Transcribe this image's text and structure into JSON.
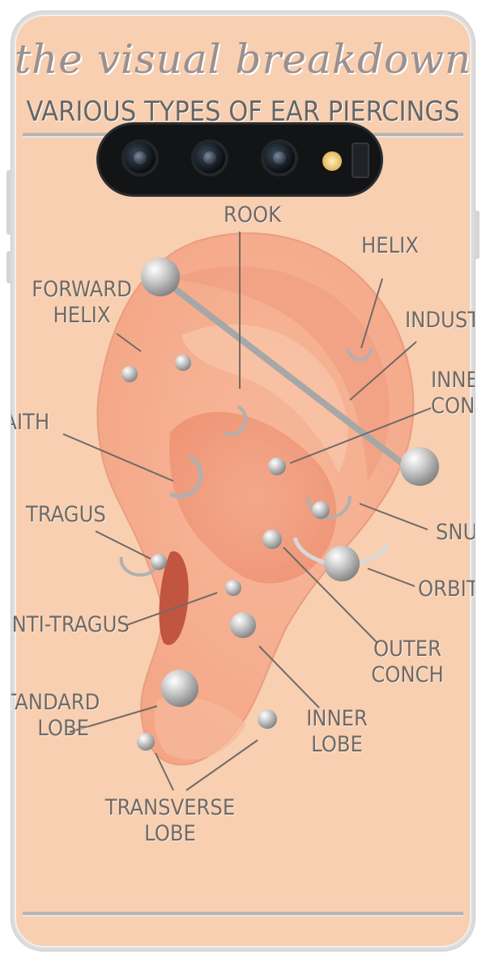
{
  "heading": "the visual breakdown",
  "subheading": "VARIOUS TYPES OF EAR PIERCINGS",
  "labels": {
    "rook": "ROOK",
    "helix": "HELIX",
    "forward_helix_1": "FORWARD",
    "forward_helix_2": "HELIX",
    "industrial": "INDUSTRIAL",
    "inner_conch_1": "INNER",
    "inner_conch_2": "CONCH",
    "daith": "DAITH",
    "tragus": "TRAGUS",
    "snug": "SNUG",
    "orbital": "ORBITAL",
    "anti_tragus": "ANTI-TRAGUS",
    "outer_conch_1": "OUTER",
    "outer_conch_2": "CONCH",
    "standard_lobe_1": "STANDARD",
    "standard_lobe_2": "LOBE",
    "inner_lobe_1": "INNER",
    "inner_lobe_2": "LOBE",
    "transverse_lobe_1": "TRANSVERSE",
    "transverse_lobe_2": "LOBE"
  }
}
